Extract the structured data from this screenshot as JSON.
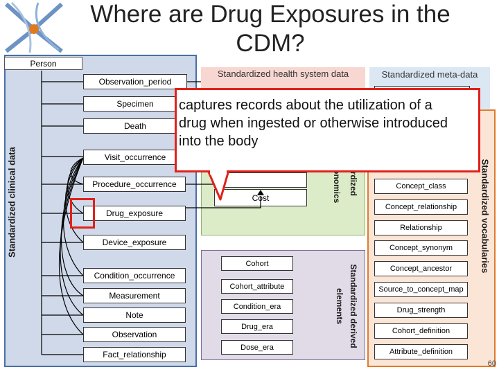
{
  "title": "Where are Drug Exposures in the CDM?",
  "page_number": "60",
  "colors": {
    "clinical_panel": "#cfd9e9",
    "health_system_panel": "#f8d7d2",
    "economics_panel": "#dcebc8",
    "vocab_panel": "#fbe5d6",
    "derived_panel": "#e1dbe8",
    "metadata_panel": "#dbe7f3",
    "highlight": "#e0211a"
  },
  "clinical": {
    "label": "Standardized clinical data",
    "person": "Person",
    "observation_period": "Observation_period",
    "specimen": "Specimen",
    "death": "Death",
    "visit_occurrence": "Visit_occurrence",
    "procedure_occurrence": "Procedure_occurrence",
    "drug_exposure": "Drug_exposure",
    "device_exposure": "Device_exposure",
    "condition_occurrence": "Condition_occurrence",
    "measurement": "Measurement",
    "note": "Note",
    "observation": "Observation",
    "fact_relationship": "Fact_relationship"
  },
  "health_system": {
    "label": "Standardized health system data"
  },
  "metadata": {
    "label": "Standardized meta-data"
  },
  "economics": {
    "label_part": "ardized",
    "label_part2": "economics",
    "cost": "Cost"
  },
  "derived": {
    "label": "Standardized derived elements",
    "cohort": "Cohort",
    "cohort_attribute": "Cohort_attribute",
    "condition_era": "Condition_era",
    "drug_era": "Drug_era",
    "dose_era": "Dose_era"
  },
  "vocab": {
    "label": "Standardized vocabularies",
    "concept_class": "Concept_class",
    "concept_relationship": "Concept_relationship",
    "relationship": "Relationship",
    "concept_synonym": "Concept_synonym",
    "concept_ancestor": "Concept_ancestor",
    "source_to_concept_map": "Source_to_concept_map",
    "drug_strength": "Drug_strength",
    "cohort_definition": "Cohort_definition",
    "attribute_definition": "Attribute_definition"
  },
  "callout": "captures records about the utilization of a drug when ingested or otherwise introduced into the body",
  "logo": "OHDSI logo"
}
